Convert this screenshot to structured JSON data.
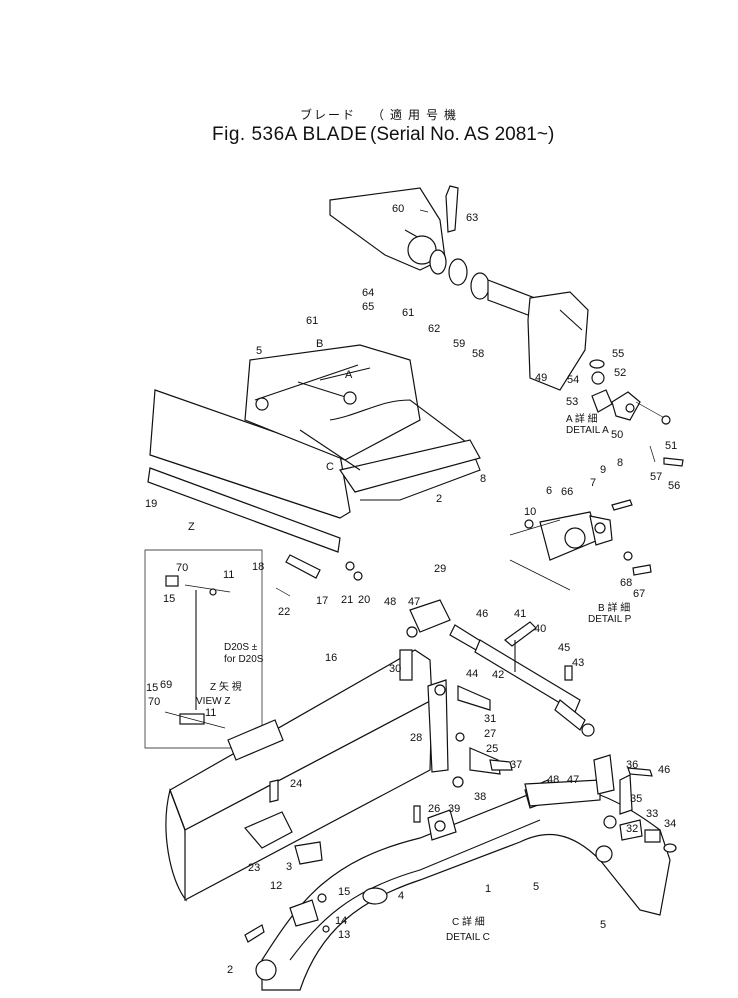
{
  "title": {
    "jp_label": "ブレード",
    "fig_label": "Fig. 536A BLADE",
    "serial_jp": "（適用号機",
    "serial": "(Serial No. AS 2081~)"
  },
  "details": {
    "a_jp": "A 詳 細",
    "a": "DETAIL A",
    "b_jp": "B 詳 細",
    "b": "DETAIL P",
    "c_jp": "C 詳 細",
    "c": "DETAIL C",
    "z_jp": "Z 矢 視",
    "z": "VIEW Z",
    "z_note_1": "D20S ±",
    "z_note_2": "for D20S"
  },
  "letters": {
    "a": "A",
    "b": "B",
    "c": "C",
    "z": "Z"
  },
  "callouts": [
    "60",
    "63",
    "64",
    "65",
    "61",
    "62",
    "59",
    "58",
    "61",
    "5",
    "55",
    "54",
    "52",
    "53",
    "49",
    "50",
    "51",
    "57",
    "56",
    "8",
    "19",
    "2",
    "8",
    "9",
    "6",
    "66",
    "10",
    "7",
    "18",
    "17",
    "21",
    "20",
    "22",
    "29",
    "48",
    "47",
    "46",
    "68",
    "67",
    "70",
    "11",
    "15",
    "41",
    "40",
    "45",
    "43",
    "16",
    "30",
    "44",
    "42",
    "31",
    "27",
    "28",
    "25",
    "37",
    "38",
    "39",
    "26",
    "24",
    "36",
    "46",
    "35",
    "48",
    "47",
    "33",
    "32",
    "34",
    "23",
    "3",
    "12",
    "15",
    "4",
    "1",
    "5",
    "5",
    "14",
    "13",
    "2",
    "69",
    "70",
    "11",
    "15"
  ]
}
